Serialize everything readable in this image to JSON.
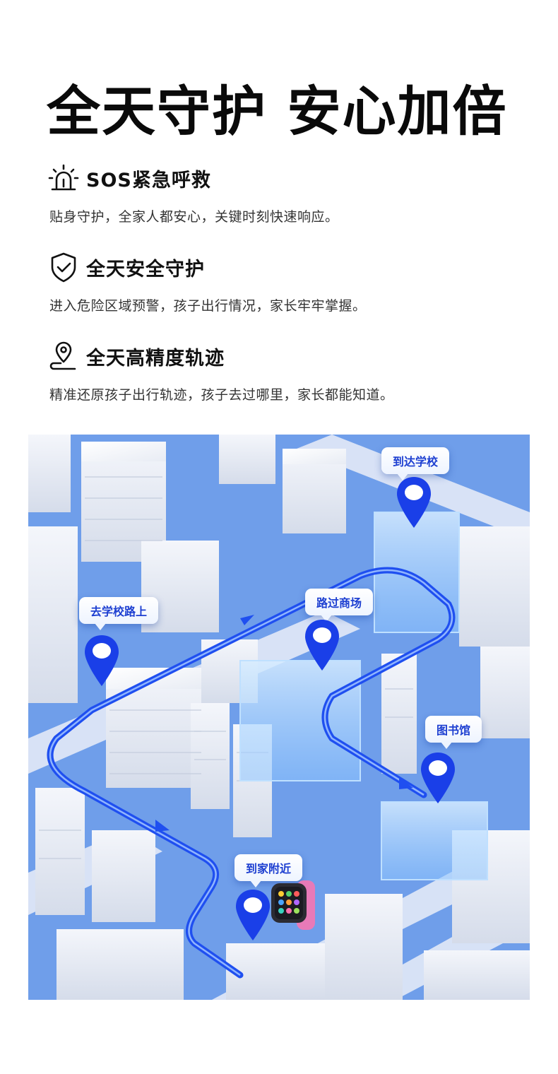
{
  "header": {
    "headline": "全天守护  安心加倍"
  },
  "features": [
    {
      "icon": "alarm-light-icon",
      "title": "SOS紧急呼救",
      "desc": "贴身守护，全家人都安心，关键时刻快速响应。"
    },
    {
      "icon": "shield-check-icon",
      "title": "全天安全守护",
      "desc": "进入危险区域预警，孩子出行情况，家长牢牢掌握。"
    },
    {
      "icon": "location-pin-icon",
      "title": "全天高精度轨迹",
      "desc": "精准还原孩子出行轨迹，孩子去过哪里，家长都能知道。"
    }
  ],
  "map": {
    "labels": {
      "school": "到达学校",
      "to_school": "去学校路上",
      "mall": "路过商场",
      "library": "图书馆",
      "home": "到家附近"
    },
    "colors": {
      "route": "#1f4ff0",
      "pin": "#1a3fe8",
      "ground": "#6f9eea",
      "building": "#f2f4f8"
    }
  }
}
